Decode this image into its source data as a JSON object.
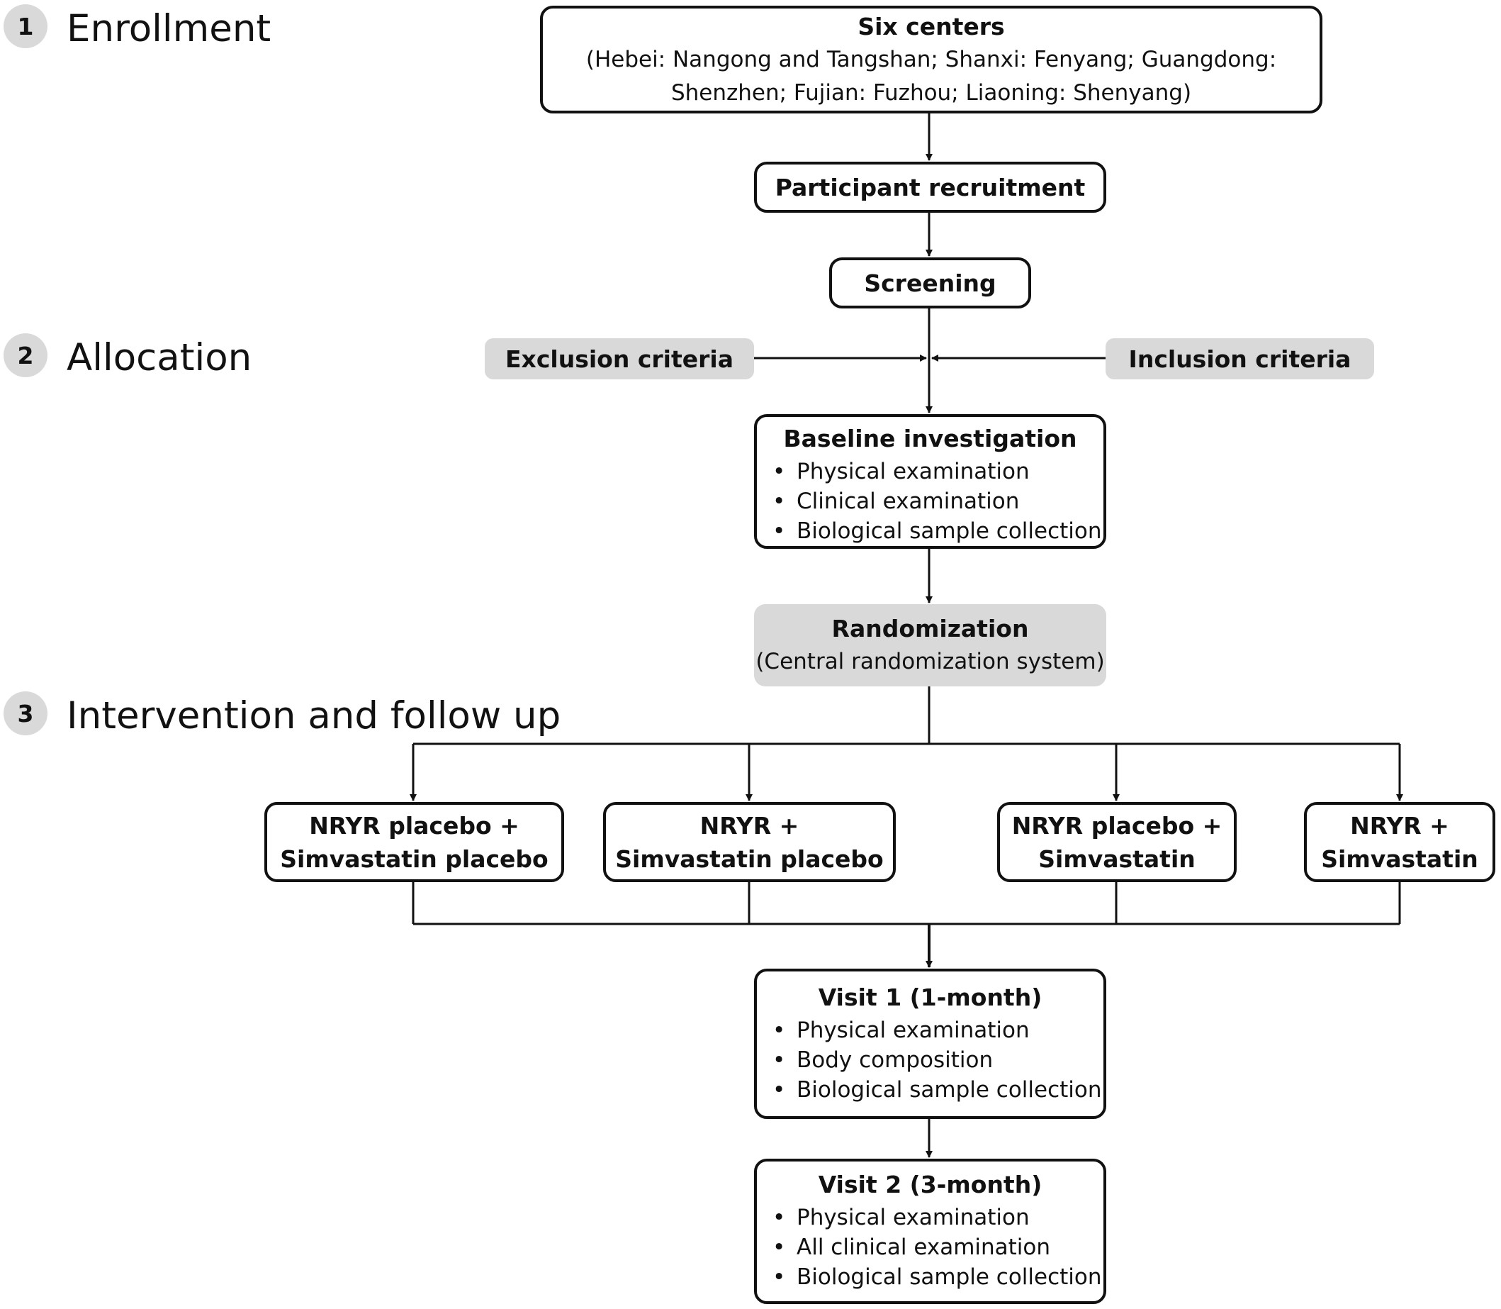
{
  "stages": [
    {
      "number": "1",
      "title": "Enrollment"
    },
    {
      "number": "2",
      "title": "Allocation"
    },
    {
      "number": "3",
      "title": "Intervention and follow up"
    }
  ],
  "centers": {
    "title": "Six centers",
    "line1": "(Hebei: Nangong and Tangshan; Shanxi: Fenyang; Guangdong:",
    "line2": "Shenzhen; Fujian: Fuzhou; Liaoning: Shenyang)"
  },
  "recruitment": "Participant recruitment",
  "screening": "Screening",
  "exclusion": "Exclusion criteria",
  "inclusion": "Inclusion criteria",
  "baseline": {
    "title": "Baseline investigation",
    "items": [
      "Physical examination",
      "Clinical examination",
      "Biological sample collection"
    ]
  },
  "randomization": {
    "title": "Randomization",
    "subtitle": "(Central randomization system)"
  },
  "arms": [
    {
      "line1": "NRYR placebo +",
      "line2": "Simvastatin placebo"
    },
    {
      "line1": "NRYR +",
      "line2": "Simvastatin placebo"
    },
    {
      "line1": "NRYR placebo +",
      "line2": "Simvastatin"
    },
    {
      "line1": "NRYR +",
      "line2": "Simvastatin"
    }
  ],
  "visit1": {
    "title": "Visit 1 (1-month)",
    "items": [
      "Physical examination",
      "Body composition",
      "Biological sample collection"
    ]
  },
  "visit2": {
    "title": "Visit 2 (3-month)",
    "items": [
      "Physical examination",
      "All clinical examination",
      "Biological sample collection"
    ]
  }
}
